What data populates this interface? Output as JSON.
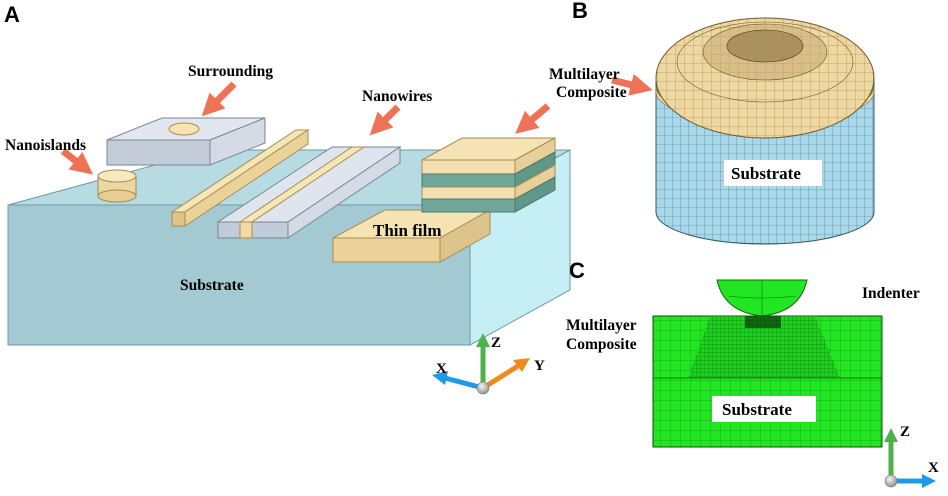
{
  "panels": {
    "a": {
      "letter": "A",
      "labels": {
        "surrounding": "Surrounding",
        "nanowires": "Nanowires",
        "nanoislands": "Nanoislands",
        "thin_film": "Thin film",
        "substrate": "Substrate"
      },
      "axes": {
        "x": "X",
        "y": "Y",
        "z": "Z"
      }
    },
    "b": {
      "letter": "B",
      "labels": {
        "multilayer_line1": "Multilayer",
        "multilayer_line2": "Composite",
        "substrate": "Substrate"
      }
    },
    "c": {
      "letter": "C",
      "labels": {
        "indenter": "Indenter",
        "multilayer_line1": "Multilayer",
        "multilayer_line2": "Composite",
        "substrate": "Substrate"
      },
      "axes": {
        "x": "X",
        "z": "Z"
      }
    }
  },
  "colors": {
    "arrow": "#ef7256",
    "substrate_top": "#b9dde3",
    "substrate_front": "#9fc9d1",
    "substrate_side": "#c3ecf3",
    "block_top": "#dfe5ee",
    "block_front": "#c2cbd8",
    "film": "#f5e3b3",
    "film_side": "#e0c88c",
    "teal_layer": "#6fa89a",
    "fem_green": "#22e622",
    "mesh_blue": "#9ed0e4",
    "mesh_tan": "#ecd49c",
    "axis_z": "#4cb24c",
    "axis_x": "#1c9ce6",
    "axis_y": "#f08a1c"
  }
}
